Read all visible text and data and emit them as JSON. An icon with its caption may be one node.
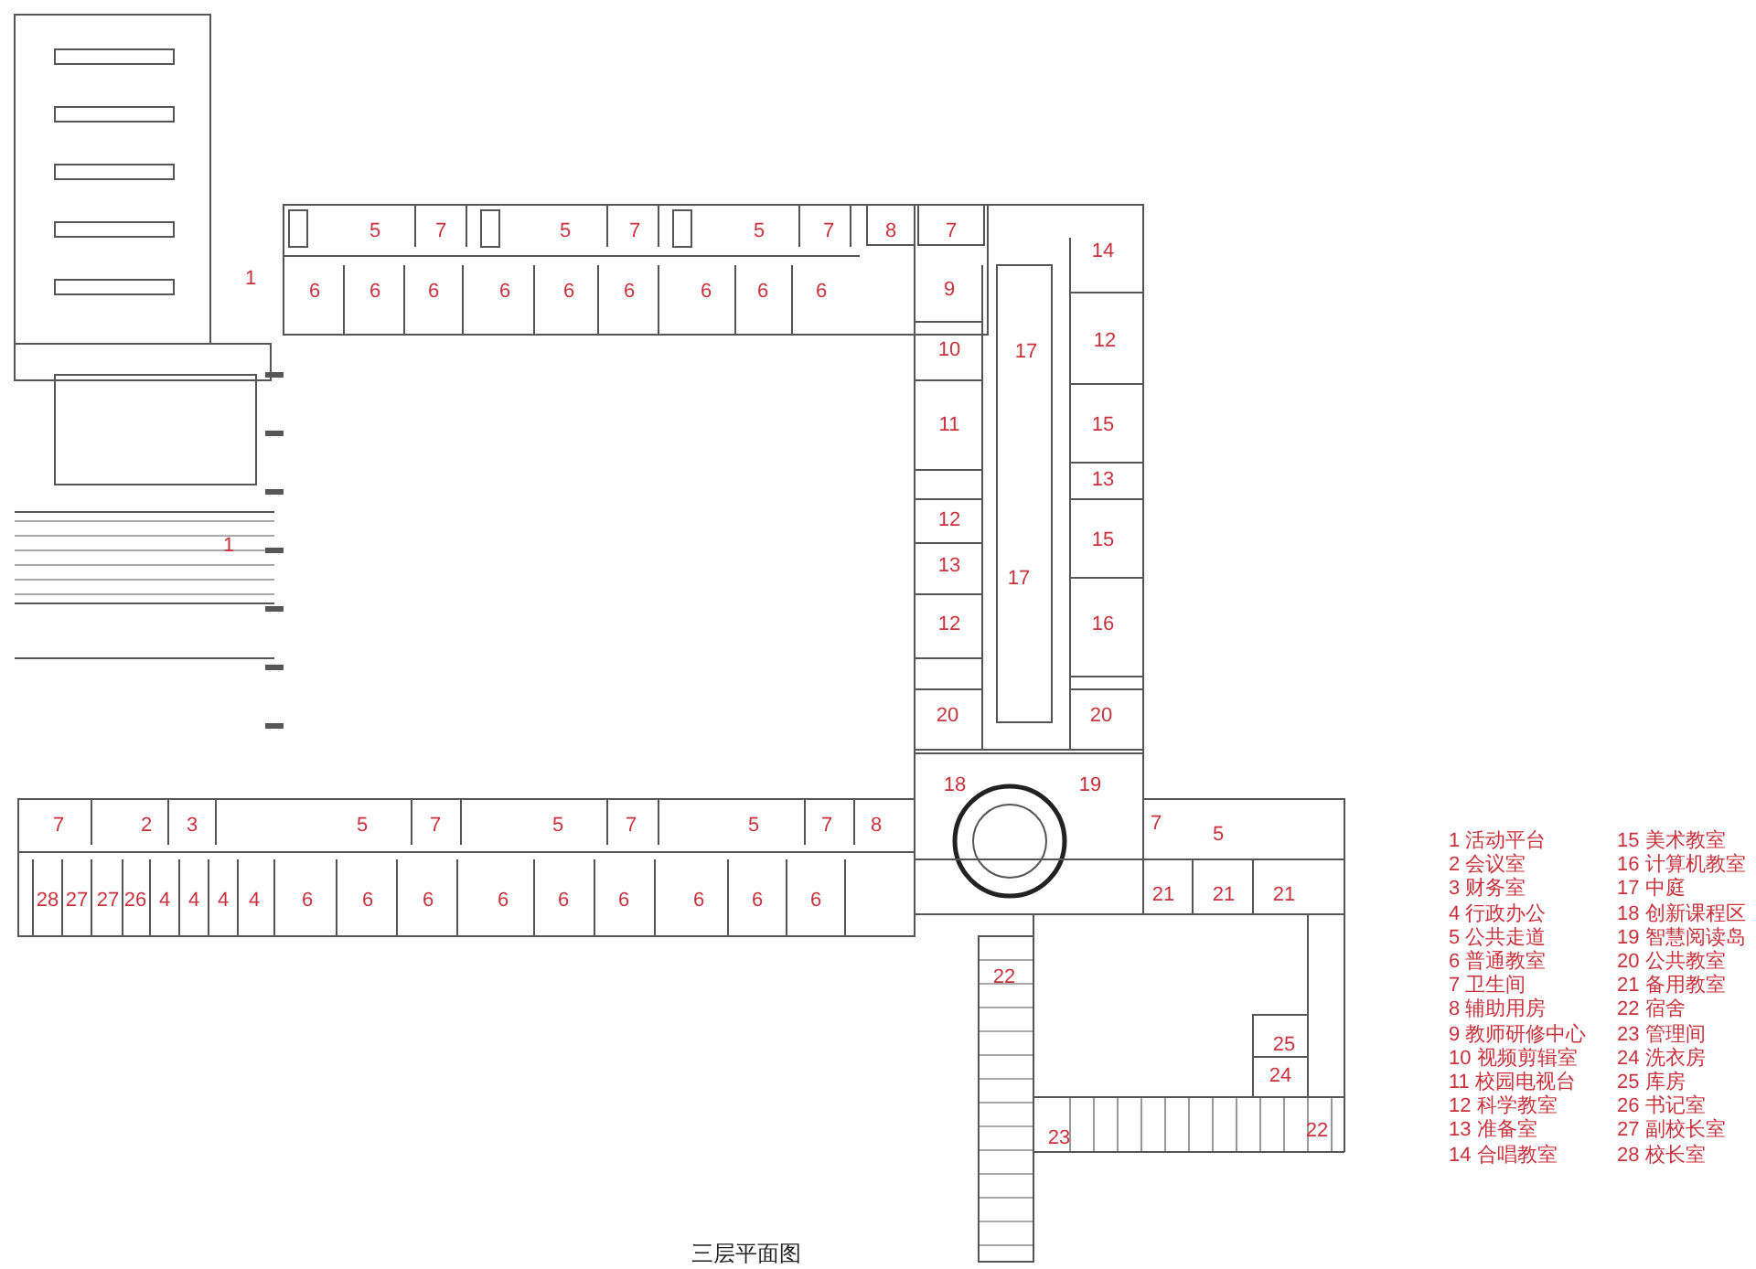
{
  "diagram": {
    "caption": "三层平面图",
    "labels": [
      "5",
      "7",
      "5",
      "7",
      "5",
      "7",
      "8",
      "7",
      "14",
      "1",
      "6",
      "6",
      "6",
      "6",
      "6",
      "6",
      "6",
      "6",
      "6",
      "9",
      "12",
      "10",
      "17",
      "11",
      "15",
      "13",
      "1",
      "12",
      "15",
      "13",
      "17",
      "12",
      "16",
      "20",
      "20",
      "18",
      "19",
      "7",
      "2",
      "3",
      "5",
      "7",
      "5",
      "7",
      "5",
      "7",
      "8",
      "7",
      "5",
      "28",
      "27",
      "27",
      "26",
      "4",
      "4",
      "4",
      "4",
      "6",
      "6",
      "6",
      "6",
      "6",
      "6",
      "6",
      "6",
      "6",
      "21",
      "21",
      "21",
      "22",
      "25",
      "24",
      "22",
      "23",
      "1 活动平台",
      "2 会议室",
      "3 财务室",
      "4 行政办公",
      "5 公共走道",
      "6 普通教室",
      "7 卫生间",
      "8 辅助用房",
      "9 教师研修中心",
      "10 视频剪辑室",
      "11 校园电视台",
      "12 科学教室",
      "13 准备室",
      "14 合唱教室",
      "15 美术教室",
      "16 计算机教室",
      "17 中庭",
      "18 创新课程区",
      "19 智慧阅读岛",
      "20 公共教室",
      "21 备用教室",
      "22 宿舍",
      "23 管理间",
      "24 洗衣房",
      "25 库房",
      "26 书记室",
      "27 副校长室",
      "28 校长室"
    ]
  }
}
